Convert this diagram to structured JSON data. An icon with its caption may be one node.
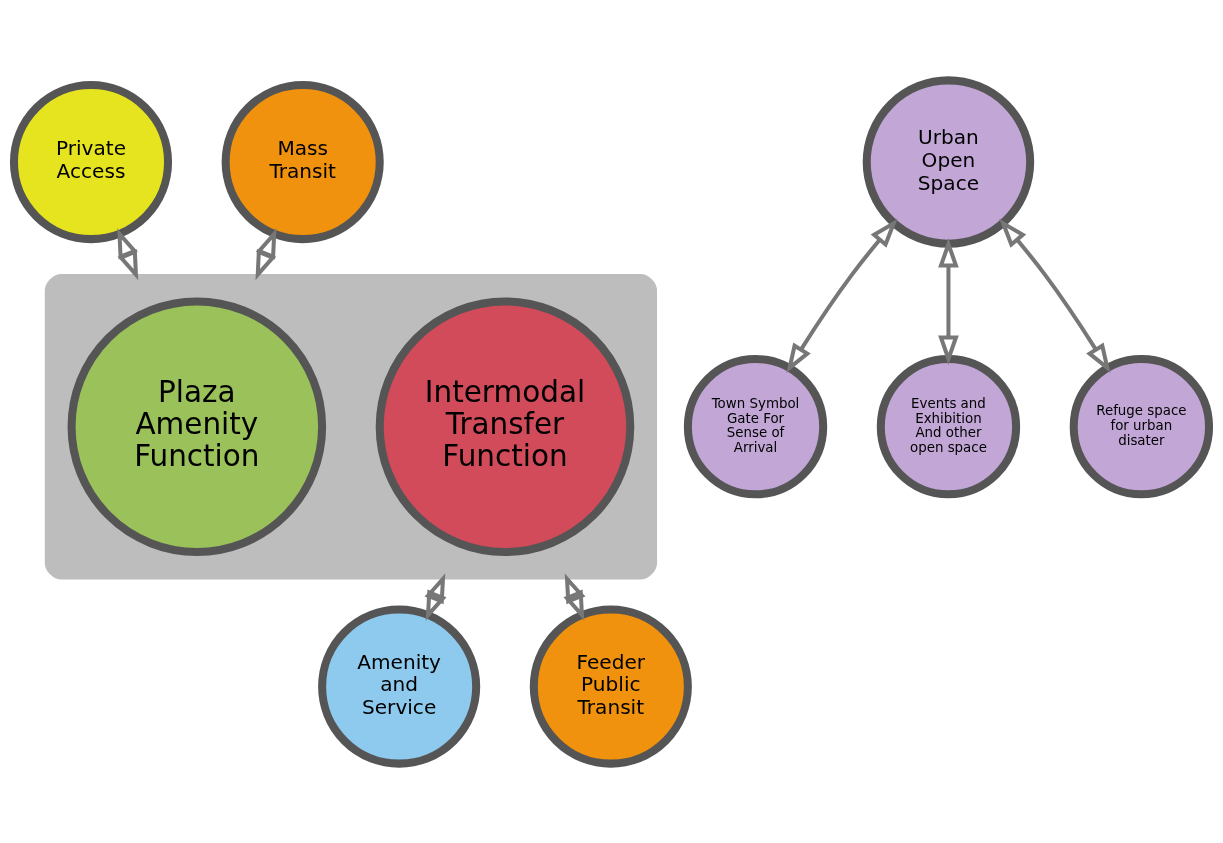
{
  "diagram": {
    "nodes": [
      {
        "text": [
          "Private Access"
        ]
      },
      {
        "text": [
          "Amenity and Service"
        ]
      },
      {
        "text": [],
        "shape": "box"
      },
      {
        "text": [
          "Intermodal Transfer Function"
        ],
        "in": 2
      },
      {
        "text": [
          "Plaza Amenity Function"
        ],
        "in": 2
      },
      {
        "text": [
          "Mass Transit"
        ]
      },
      {
        "text": [
          "Urban Open Space"
        ]
      },
      {
        "text": [
          "Town Symbol Gate For Sense of Arrival"
        ]
      },
      {
        "text": [
          "Events and Exhibition And other open space"
        ]
      },
      {
        "text": [
          "Feeder Public Transit"
        ]
      },
      {
        "text": [
          "Refuge space for urban disater"
        ]
      }
    ],
    "edges": [
      {
        "from": 0,
        "to": 2,
        "arrow": "both"
      },
      {
        "from": 2,
        "to": 1,
        "arrow": "both"
      },
      {
        "from": 5,
        "to": 2,
        "arrow": "both"
      },
      {
        "from": 2,
        "to": 9,
        "arrow": "both"
      },
      {
        "from": 6,
        "to": 7,
        "arrow": "both"
      },
      {
        "from": 6,
        "to": 8,
        "arrow": "both"
      },
      {
        "from": 6,
        "to": 10,
        "arrow": "both"
      }
    ]
  }
}
